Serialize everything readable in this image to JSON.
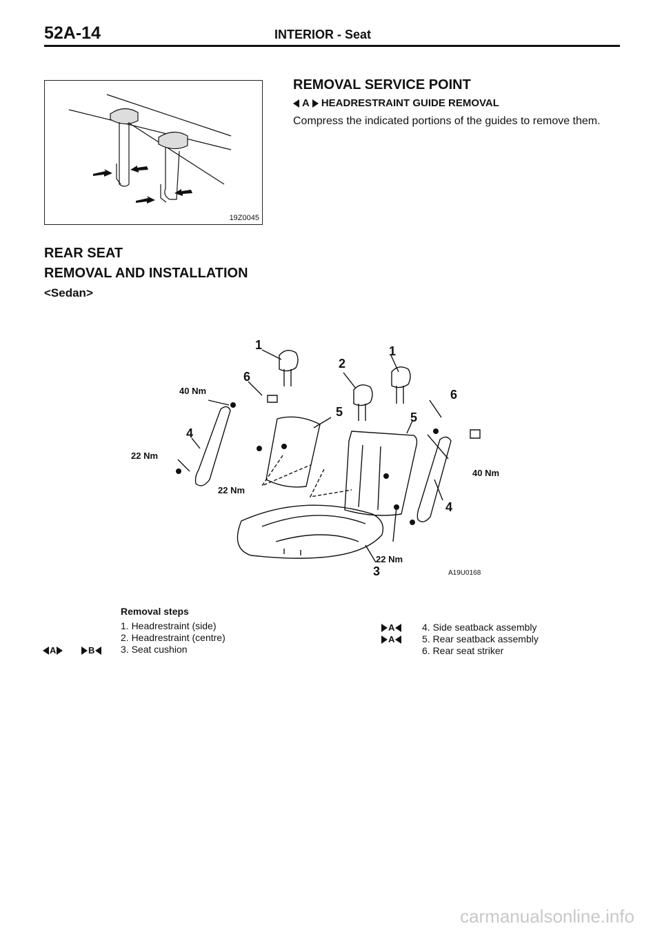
{
  "header": {
    "page_number": "52A-14",
    "title": "INTERIOR - Seat"
  },
  "figure1": {
    "code": "19Z0045"
  },
  "removal_service_point": {
    "heading": "REMOVAL SERVICE POINT",
    "mark": "A",
    "subheading": "HEADRESTRAINT GUIDE REMOVAL",
    "text": "Compress the indicated portions of the guides to remove them."
  },
  "rear_seat": {
    "heading": "REAR SEAT",
    "subheading": "REMOVAL AND INSTALLATION",
    "variant": "<Sedan>"
  },
  "figure2": {
    "code": "A19U0168",
    "labels": {
      "nm40_left": "40 Nm",
      "nm22_left": "22 Nm",
      "nm22_mid": "22 Nm",
      "nm40_right": "40 Nm",
      "nm22_bottom": "22 Nm"
    },
    "numbers": {
      "n1a": "1",
      "n1b": "1",
      "n2": "2",
      "n3": "3",
      "n4a": "4",
      "n4b": "4",
      "n5a": "5",
      "n5b": "5",
      "n6a": "6",
      "n6b": "6"
    }
  },
  "removal_steps": {
    "title": "Removal steps",
    "left": [
      {
        "text": "1. Headrestraint (side)"
      },
      {
        "text": "2. Headrestraint (centre)"
      },
      {
        "text": "3. Seat cushion"
      }
    ],
    "right": [
      {
        "text": "4. Side seatback assembly"
      },
      {
        "text": "5. Rear seatback assembly"
      },
      {
        "text": "6. Rear seat striker"
      }
    ],
    "marks": {
      "step3_a": "A",
      "step3_b": "B",
      "step4_a": "A",
      "step5_a": "A"
    }
  },
  "watermark": "carmanualsonline.info"
}
